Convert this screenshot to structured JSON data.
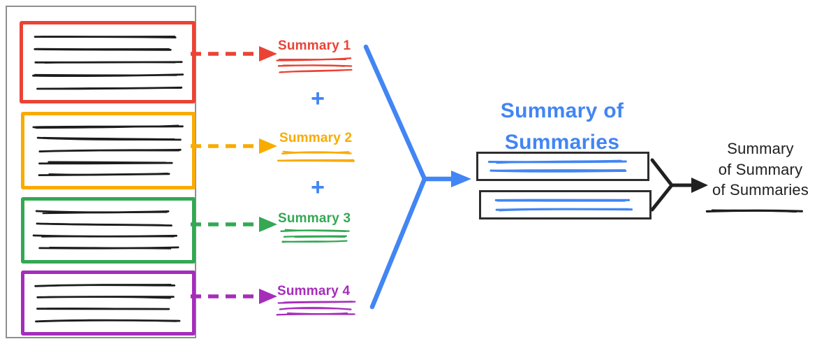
{
  "colors": {
    "red": "#EA4335",
    "yellow": "#F9AB00",
    "green": "#34A853",
    "purple": "#A52DBA",
    "blue": "#4285F4",
    "ink": "#1d1d1d",
    "text_dark": "#212121",
    "container_border": "#8f8f8f",
    "box_border": "#2d2d2d"
  },
  "source_document": {
    "chunks": [
      {
        "id": 1,
        "color": "red",
        "text_lines": 5
      },
      {
        "id": 2,
        "color": "yellow",
        "text_lines": 5
      },
      {
        "id": 3,
        "color": "green",
        "text_lines": 4
      },
      {
        "id": 4,
        "color": "purple",
        "text_lines": 4
      }
    ]
  },
  "chunk_summaries": [
    {
      "label": "Summary 1",
      "color": "red",
      "scribble_lines": 3
    },
    {
      "label": "Summary 2",
      "color": "yellow",
      "scribble_lines": 2
    },
    {
      "label": "Summary 3",
      "color": "green",
      "scribble_lines": 3
    },
    {
      "label": "Summary 4",
      "color": "purple",
      "scribble_lines": 3
    }
  ],
  "plus_sign": "+",
  "summary_of_summaries": {
    "title_line1": "Summary of",
    "title_line2": "Summaries",
    "boxes": [
      {
        "text_lines": 2
      },
      {
        "text_lines": 2
      }
    ]
  },
  "final_summary": {
    "label_line1": "Summary",
    "label_line2": "of Summary",
    "label_line3": "of Summaries",
    "scribble_lines": 1
  }
}
